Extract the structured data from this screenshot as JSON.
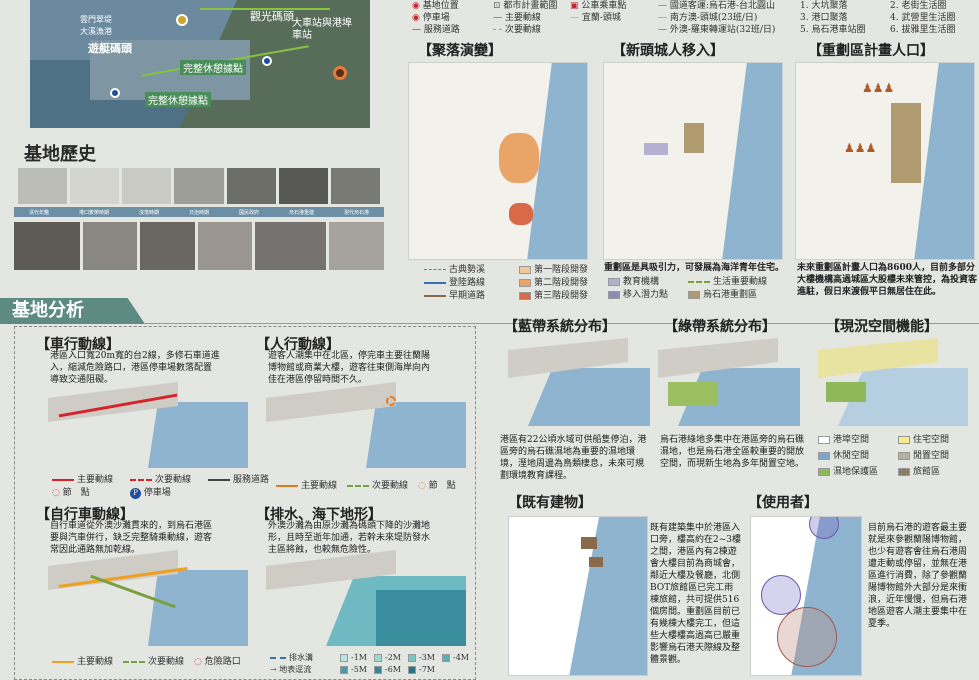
{
  "aerial": {
    "label_bridge": "雲門翠堤",
    "label_hotspring": "大溪漁港",
    "label_yacht": "遊艇碼頭",
    "label_tourism": "觀光碼頭",
    "label_station": "大車站與港埠車站",
    "label_rest1": "完整休憩據點",
    "label_rest2": "完整休憩據點"
  },
  "top_legend": {
    "site_location": "基地位置",
    "parking": "停車場",
    "service_road": "服務道路",
    "urban_plan": "都市計畫範圍",
    "main_road": "主要動線",
    "secondary_road": "次要動線",
    "bus_stop": "公車乘車點",
    "yilan_toucheng": "宜蘭-頭城",
    "route1": "國道客運:烏石港-台北圓山",
    "route2": "南方澳-頭城(23班/日)",
    "route3": "外澳-羅東轉運站(32班/日)",
    "num_items": [
      "1. 大坑聚落",
      "2. 老街生活圈",
      "3. 港口聚落",
      "4. 武營里生活圈",
      "5. 烏石港車站圈",
      "6. 拔雅里生活圈"
    ]
  },
  "history": {
    "title": "基地歷史",
    "timeline": [
      "清代年鑑",
      "港口繁榮時期",
      "沒落時期",
      "日治時期",
      "國民政府",
      "烏石港重建",
      "現代烏石港"
    ]
  },
  "evolution": {
    "title": "【聚落演變】",
    "legend": [
      "古典勢溪",
      "登陸路線",
      "早期道路",
      "第一階段開發",
      "第二階段開發",
      "第三階段開發"
    ]
  },
  "migration": {
    "title": "【新頭城人移入】",
    "text": "重劃區是具吸引力，可發展為海洋青年住宅。",
    "legend": [
      "教育機構",
      "生活重要動線",
      "移入潛力點",
      "烏石港重劃區"
    ]
  },
  "redevelop": {
    "title": "【重劃區計畫人口】",
    "text": "未來重劃區計畫人口為8600人，目前多部分大樓機構高過城區大股樓未來管控，為投資客進駐，假日來渡假平日無居住在此。"
  },
  "analysis": {
    "title": "基地分析"
  },
  "vehicle": {
    "title": "【車行動線】",
    "text": "港區入口寬20m寬的台2線，多修石車道進入，縮減危險路口，港區停車場數落配置導致交通阻礙。",
    "legend": [
      "主要動線",
      "次要動線",
      "服務道路",
      "節　點",
      "停車場"
    ]
  },
  "pedestrian": {
    "title": "【人行動線】",
    "text": "遊客人潮集中在北區，停完車主要往蘭陽博物館或商業大樓，遊客往東側海岸向內佳在港區停留時間不久。",
    "legend": [
      "主要動線",
      "次要動線",
      "節　點"
    ]
  },
  "bicycle": {
    "title": "【自行車動線】",
    "text": "自行車道從外澳沙灘貫來的，到烏石港區要與汽車併行，缺乏完整騎乘動線，遊客常因此通路無加乾線。",
    "legend": [
      "主要動線",
      "次要動線",
      "危險路口"
    ]
  },
  "terrain": {
    "title": "【排水、海下地形】",
    "text": "外澳沙灘為由原沙灘為碼頭下降的沙灘地形，且時至逝年加通，若幹未來堤防發水主區將蝕，也較無危險性。",
    "legend": [
      "排水溝",
      "地表逕流",
      "-1M",
      "-2M",
      "-3M",
      "-4M",
      "-5M",
      "-6M",
      "-7M"
    ]
  },
  "blue": {
    "title": "【藍帶系統分布】",
    "text": "港區有22公頃水域可供船隻停泊，港區旁的烏石礁濕地為重要的濕地環境，溼地周邊為鳥類棲息，未來可規劃環境教育課程。"
  },
  "green": {
    "title": "【綠帶系統分布】",
    "text": "烏石港綠地多集中在港區旁的烏石礁濕地，也是烏石港全區較重要的開放空間，而現新生地為多年閒置空地。"
  },
  "landuse": {
    "title": "【現況空間機能】",
    "legend": [
      "港埠空間",
      "住宅空間",
      "休閒空間",
      "閒置空間",
      "濕地保護區",
      "旅館區"
    ]
  },
  "buildings": {
    "title": "【既有建物】",
    "text": "既有建築集中於港區入口旁，樓高約在2~3樓之間，港區內有2棟遊會大樓目前為商城會，鄰近大樓及餐廳，北側BOT旅館區已完工雨棟旅館，共可提供516個房間。重劃區目前已有幾棟大樓完工，但這些大樓樓高過高已嚴重影響烏石港天際線及整體景觀。"
  },
  "users": {
    "title": "【使用者】",
    "text": "目前烏石港的遊客最主要就是來參觀蘭陽博物館，也少有遊客會往烏石港周遭走動或停留，並無在港區進行消費，除了參觀蘭陽博物館外大部分是來衝浪，近年慢慢，但烏石港地區遊客人潮主要集中在夏季。"
  },
  "colors": {
    "section": "#5d8a82",
    "water": "#8fb4cf",
    "main_road": "#d4232a",
    "secondary_road": "#7a9f3e",
    "service_road": "#444444"
  }
}
